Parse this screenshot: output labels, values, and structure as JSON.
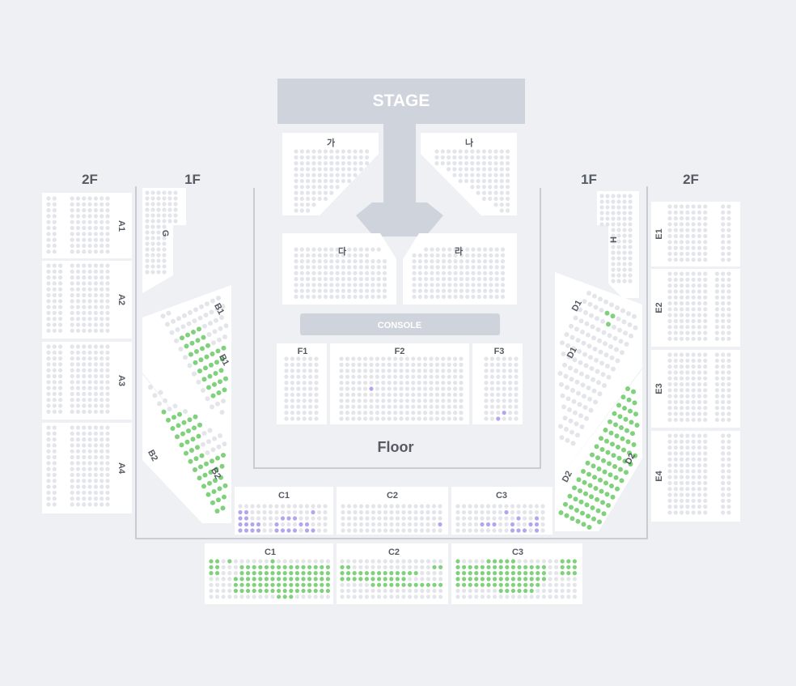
{
  "stage": {
    "label": "STAGE"
  },
  "console": {
    "label": "CONSOLE"
  },
  "floor": {
    "label": "Floor"
  },
  "levels": {
    "left_2f": "2F",
    "left_1f": "1F",
    "right_1f": "1F",
    "right_2f": "2F"
  },
  "sections": {
    "ga": "가",
    "na": "나",
    "da": "다",
    "ra": "라",
    "f1": "F1",
    "f2": "F2",
    "f3": "F3",
    "c1_lower": "C1",
    "c2_lower": "C2",
    "c3_lower": "C3",
    "c1_upper": "C1",
    "c2_upper": "C2",
    "c3_upper": "C3",
    "a1": "A1",
    "a2": "A2",
    "a3": "A3",
    "a4": "A4",
    "e1": "E1",
    "e2": "E2",
    "e3": "E3",
    "e4": "E4",
    "g": "G",
    "h": "H",
    "b1_top": "B1",
    "b1_side": "B1",
    "b2_left": "B2",
    "b2_right": "B2",
    "d1_top": "D1",
    "d1_side": "D1",
    "d2_left": "D2",
    "d2_right": "D2"
  },
  "colors": {
    "background": "#eef0f3",
    "section_fill": "#ffffff",
    "stage_fill": "#cfd3dc",
    "seat_unavailable": "#e3e5ea",
    "seat_available_green": "#7fd17c",
    "seat_available_purple": "#b4a6ee",
    "outline": "#c9ccd3"
  }
}
